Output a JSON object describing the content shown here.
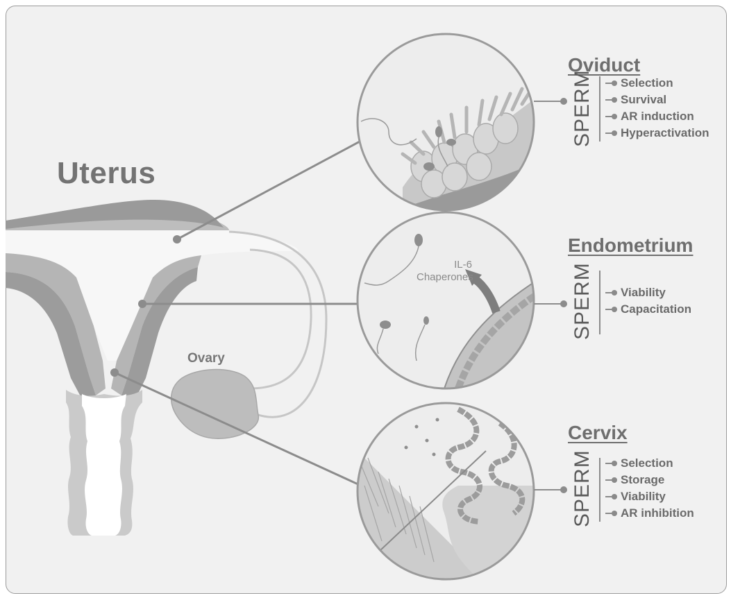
{
  "labels": {
    "uterus": "Uterus",
    "ovary": "Ovary",
    "il6": "IL-6",
    "chaperones": "Chaperones"
  },
  "regions": [
    {
      "title": "Oviduct",
      "sperm": "SPERM",
      "items": [
        "Selection",
        "Survival",
        "AR induction",
        "Hyperactivation"
      ]
    },
    {
      "title": "Endometrium",
      "sperm": "SPERM",
      "items": [
        "Viability",
        "Capacitation"
      ]
    },
    {
      "title": "Cervix",
      "sperm": "SPERM",
      "items": [
        "Selection",
        "Storage",
        "Viability",
        "AR inhibition"
      ]
    }
  ],
  "colors": {
    "background": "#f1f1f1",
    "tissue_dark": "#9c9c9c",
    "tissue_mid": "#b9b9b9",
    "tissue_light": "#d6d6d6",
    "line": "#8a8a8a",
    "circle_fill": "#ececec"
  }
}
